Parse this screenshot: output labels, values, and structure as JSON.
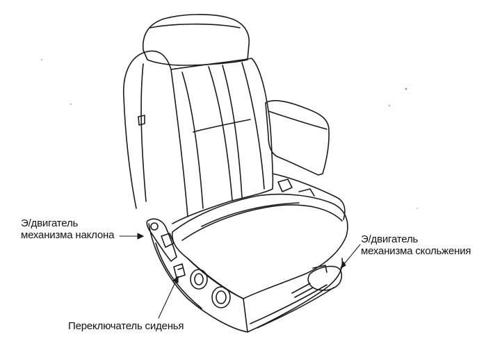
{
  "diagram": {
    "labels": {
      "recline_motor": {
        "line1": "Э/двигатель",
        "line2": "механизма наклона"
      },
      "slide_motor": {
        "line1": "Э/двигатель",
        "line2": "механизма скольжения"
      },
      "seat_switch": "Переключатель сиденья"
    },
    "colors": {
      "line": "#1a1a1a",
      "background": "#ffffff"
    }
  }
}
